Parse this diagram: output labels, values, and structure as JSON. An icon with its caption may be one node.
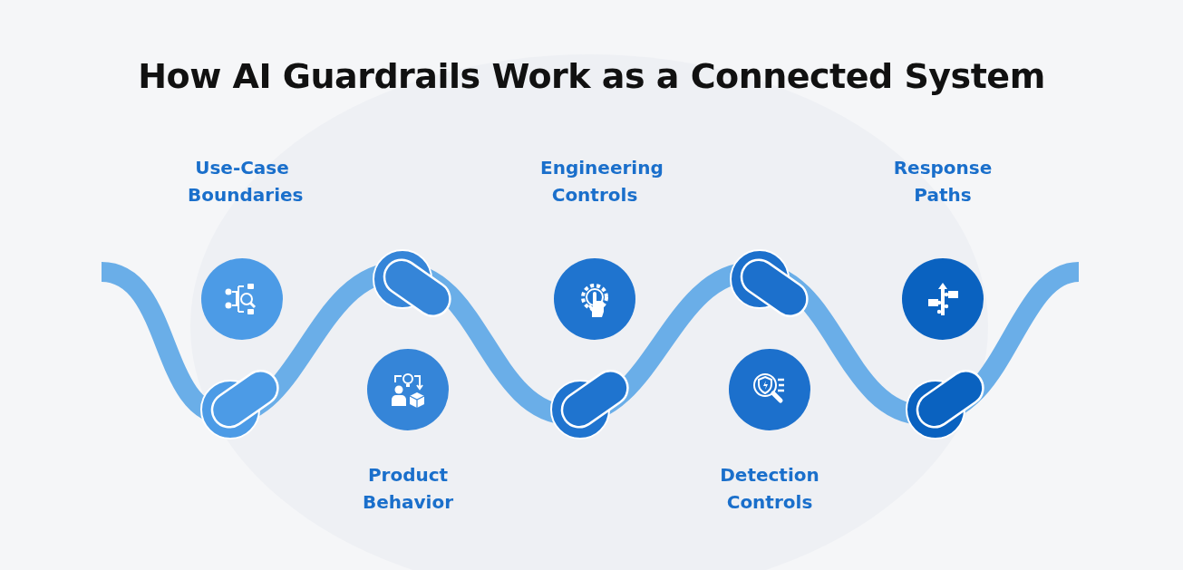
{
  "diagram": {
    "title": "How AI Guardrails Work as a Connected System",
    "nodes": [
      {
        "text": [
          "Use-Case Boundaries"
        ]
      },
      {
        "text": [
          "Product Behavior"
        ]
      },
      {
        "text": [
          "Engineering Controls"
        ]
      },
      {
        "text": [
          "Detection Controls"
        ]
      },
      {
        "text": [
          "Response Paths"
        ]
      }
    ]
  }
}
